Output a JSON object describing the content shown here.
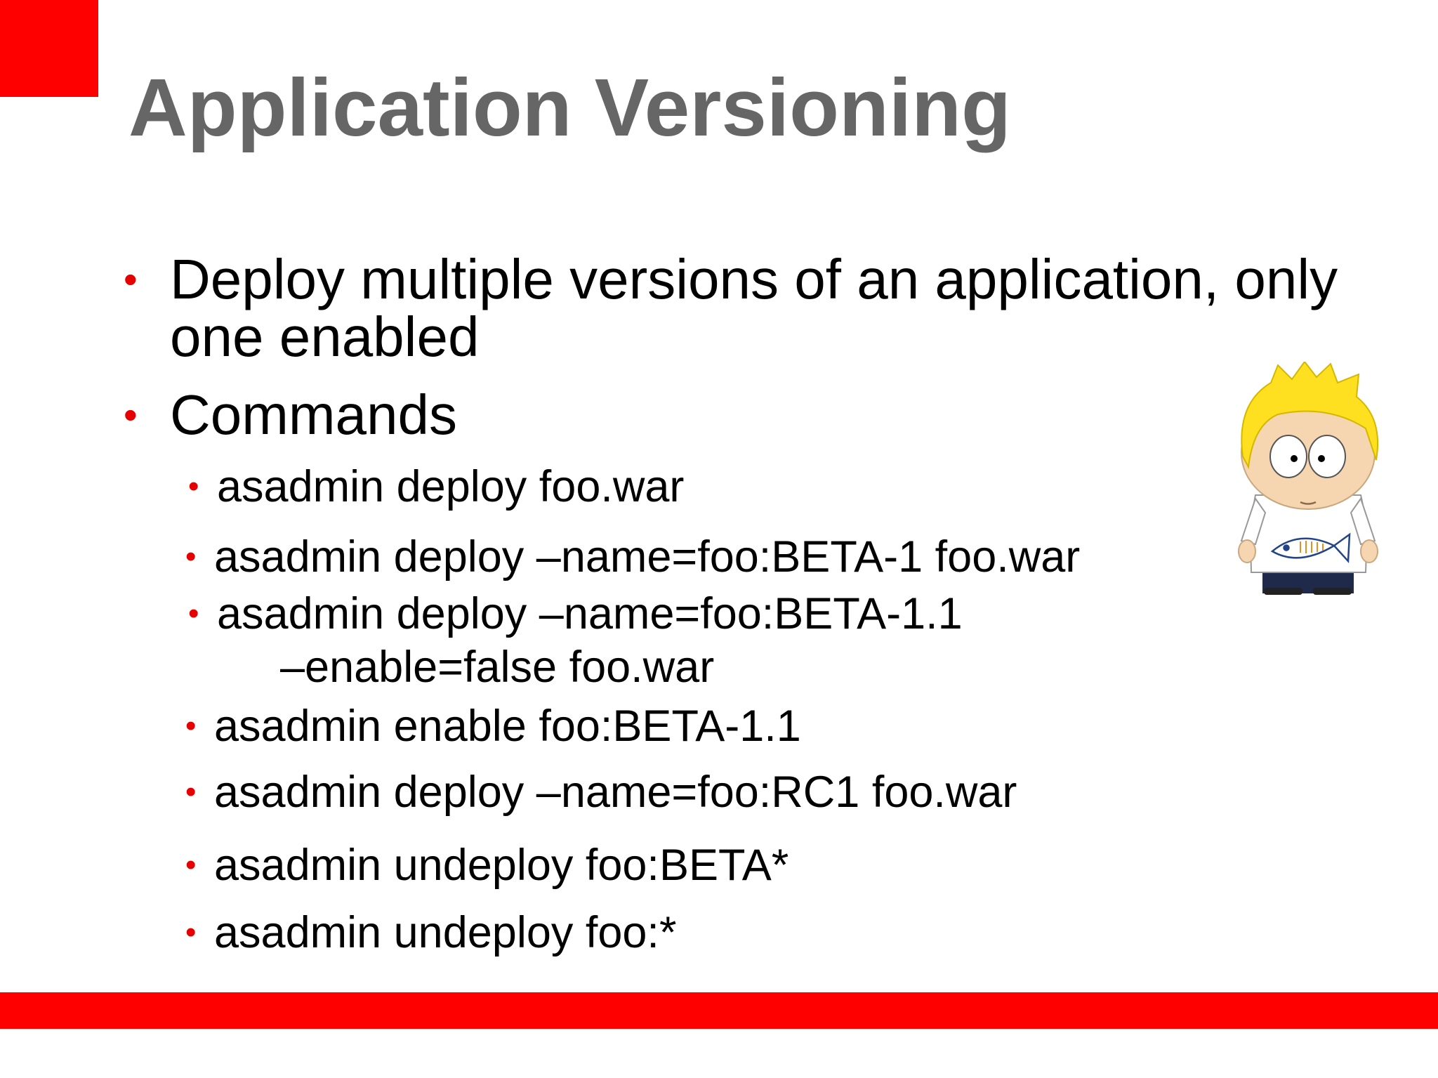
{
  "title": "Application Versioning",
  "bullets": [
    {
      "text_line1": "Deploy multiple versions of an application, only",
      "text_line2": "one enabled"
    },
    {
      "text": "Commands"
    }
  ],
  "commands": [
    "asadmin deploy foo.war",
    "asadmin deploy –name=foo:BETA-1 foo.war",
    "asadmin deploy –name=foo:BETA-1.1",
    "–enable=false foo.war",
    "asadmin enable foo:BETA-1.1",
    "asadmin deploy –name=foo:RC1 foo.war",
    "asadmin undeploy foo:BETA*",
    "asadmin undeploy foo:*"
  ],
  "colors": {
    "accent": "#ff0000",
    "bullet": "#e60000",
    "title": "#666666",
    "text": "#000000"
  },
  "mascot_icon": "cartoon-mascot-with-fish-shirt"
}
